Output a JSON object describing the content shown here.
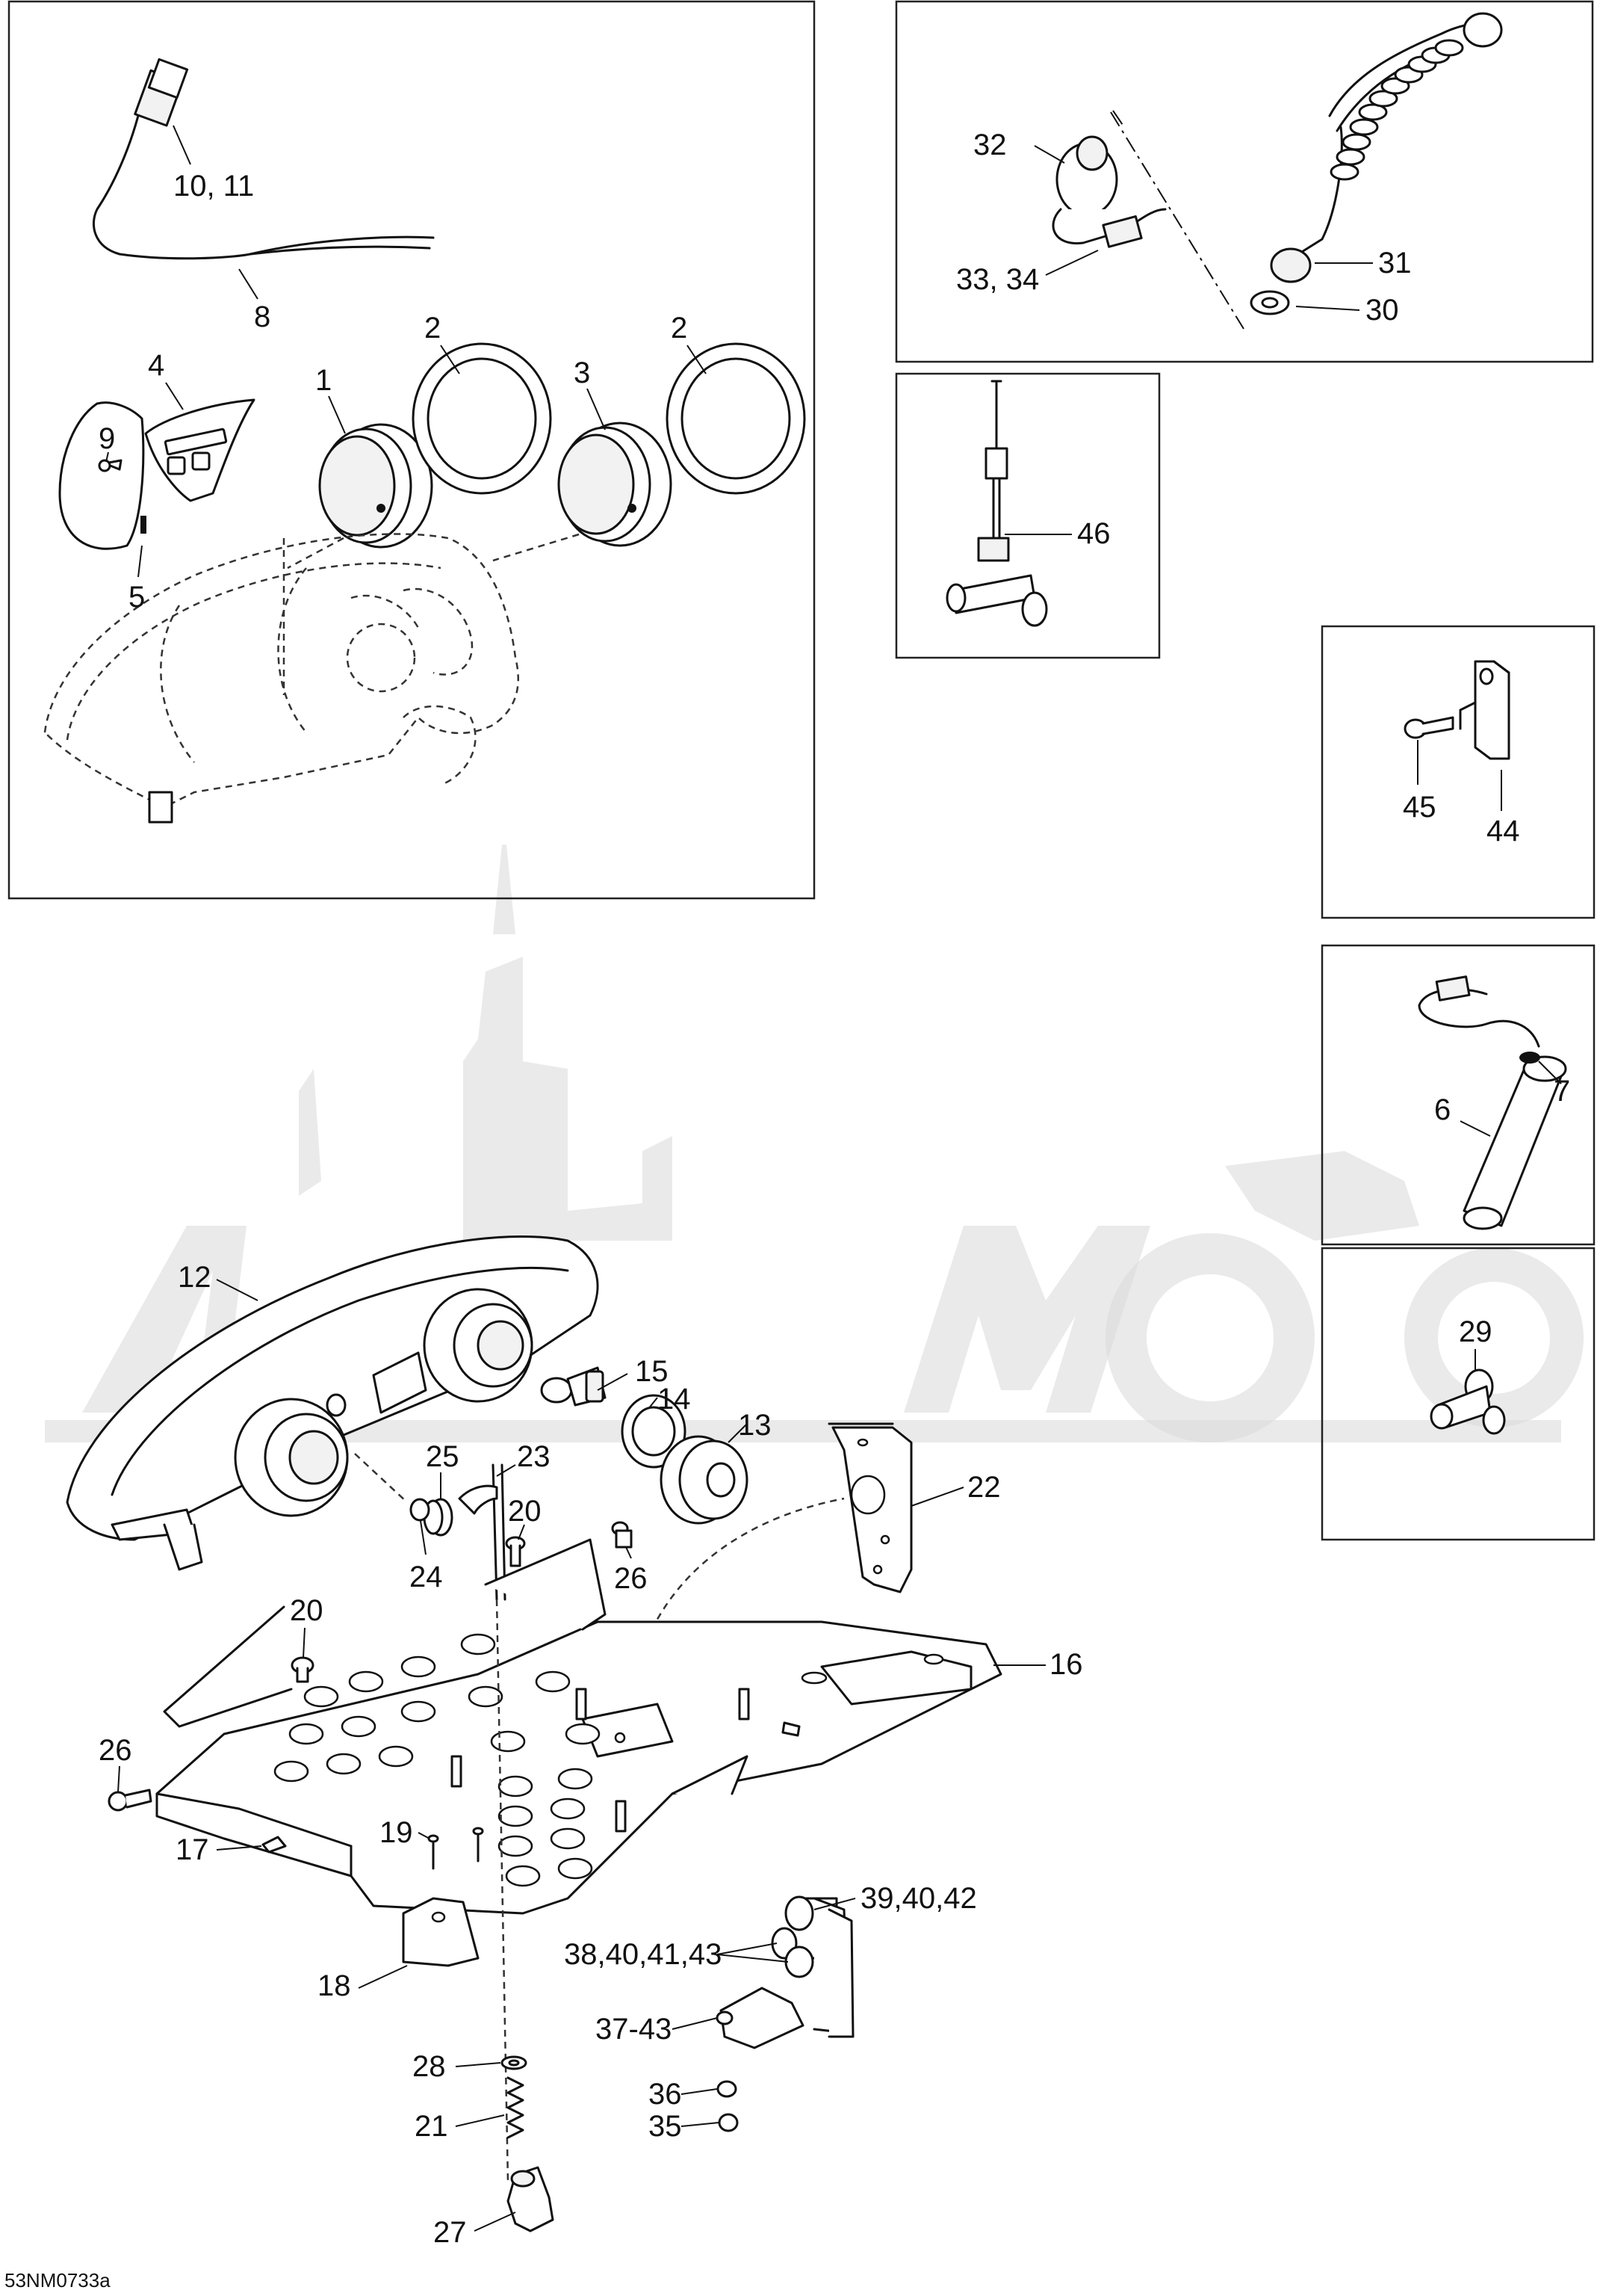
{
  "diagram_id": "53NM0733a",
  "callouts": {
    "c1": "1",
    "c2a": "2",
    "c2b": "2",
    "c3": "3",
    "c4": "4",
    "c5": "5",
    "c6": "6",
    "c7": "7",
    "c8": "8",
    "c9": "9",
    "c10_11": "10, 11",
    "c12": "12",
    "c13": "13",
    "c14": "14",
    "c15": "15",
    "c16": "16",
    "c17": "17",
    "c18": "18",
    "c19": "19",
    "c20a": "20",
    "c20b": "20",
    "c21": "21",
    "c22": "22",
    "c23": "23",
    "c24": "24",
    "c25": "25",
    "c26a": "26",
    "c26b": "26",
    "c27": "27",
    "c28": "28",
    "c29": "29",
    "c30": "30",
    "c31": "31",
    "c32": "32",
    "c33_34": "33, 34",
    "c35": "35",
    "c36": "36",
    "c37_43": "37-43",
    "c38_43": "38,40,41,43",
    "c39_42": "39,40,42",
    "c44": "44",
    "c45": "45",
    "c46": "46"
  }
}
